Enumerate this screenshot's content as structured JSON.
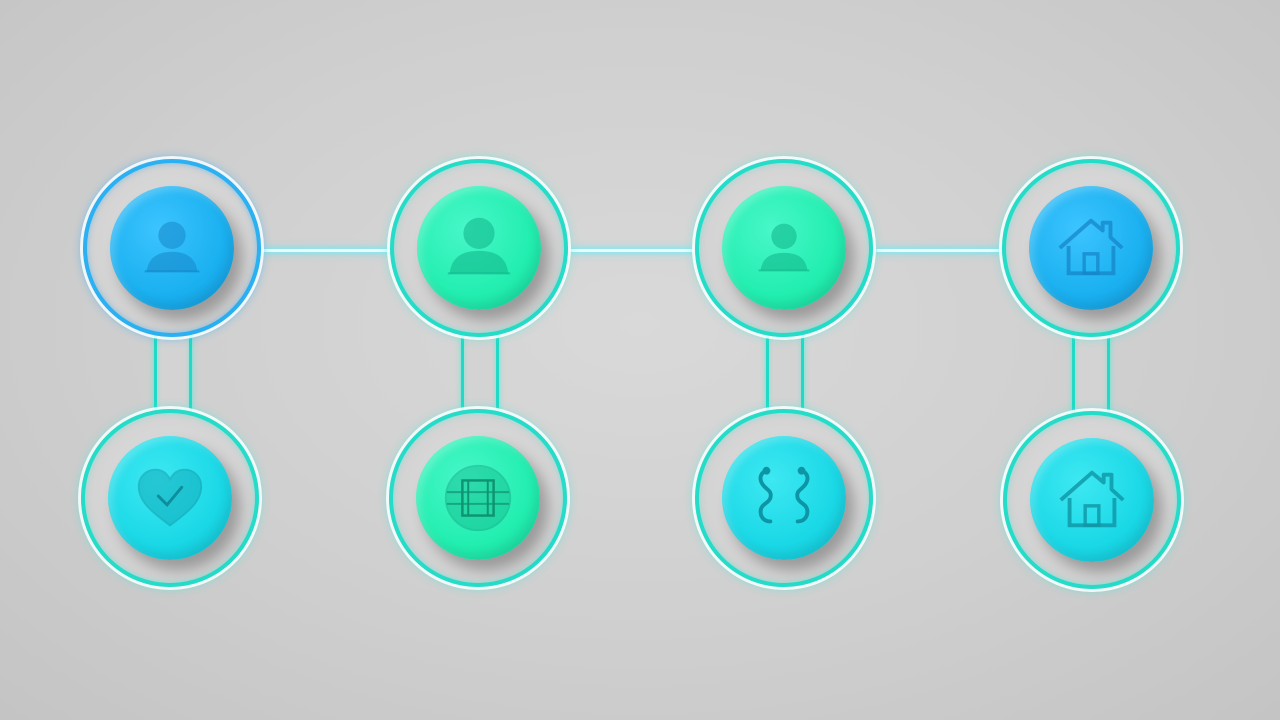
{
  "colors": {
    "background": "#d2d2d2",
    "ring_teal": "#25dcc8",
    "ring_blue": "#2bb0f2",
    "link_glow": "#5ff6ff",
    "disc_blue": "#1ab0f0",
    "disc_green": "#22eeb0",
    "disc_cyan": "#1ad8e6",
    "icon_blue": "#1586c8",
    "icon_green": "#12b98c",
    "icon_cyan": "#11a8b8"
  },
  "nodes": {
    "top": [
      {
        "icon": "user-icon",
        "disc": "blue"
      },
      {
        "icon": "user-icon",
        "disc": "green"
      },
      {
        "icon": "user-icon",
        "disc": "green"
      },
      {
        "icon": "home-icon",
        "disc": "blue"
      }
    ],
    "bottom": [
      {
        "icon": "heart-check-icon",
        "disc": "cyan"
      },
      {
        "icon": "globe-film-icon",
        "disc": "green"
      },
      {
        "icon": "stethoscope-icon",
        "disc": "cyan"
      },
      {
        "icon": "home-icon",
        "disc": "cyan"
      }
    ]
  }
}
